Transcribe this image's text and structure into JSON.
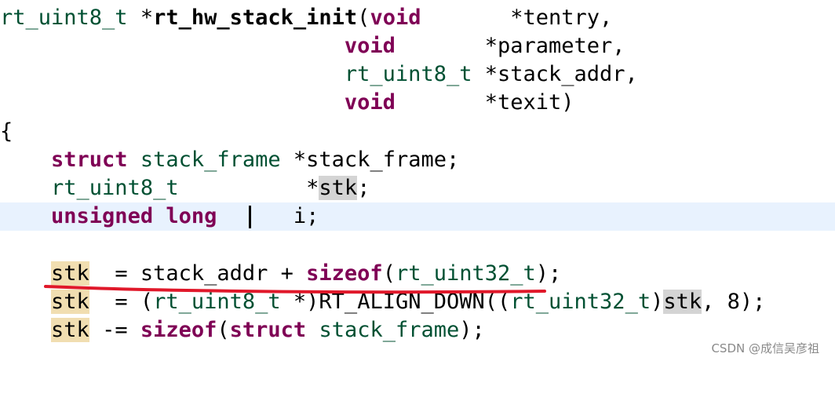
{
  "code": {
    "l1": {
      "type": "rt_uint8_t",
      "star": " *",
      "func": "rt_hw_stack_init",
      "paren": "(",
      "param_type": "void",
      "pad": "       ",
      "param": "*tentry,",
      "lead": ""
    },
    "l2": {
      "indent": "                           ",
      "param_type": "void",
      "pad": "       ",
      "param": "*parameter,"
    },
    "l3": {
      "indent": "                           ",
      "param_type": "rt_uint8_t",
      "pad": " ",
      "param": "*stack_addr,"
    },
    "l4": {
      "indent": "                           ",
      "param_type": "void",
      "pad": "       ",
      "param": "*texit)"
    },
    "l5": {
      "text": "{"
    },
    "l6": {
      "indent": "    ",
      "kw": "struct",
      "sp": " ",
      "type": "stack_frame",
      "rest": " *stack_frame;"
    },
    "l7": {
      "indent": "    ",
      "type": "rt_uint8_t",
      "pad": "          *",
      "var": "stk",
      "rest": ";"
    },
    "l8": {
      "indent": "    ",
      "kw": "unsigned long",
      "pad": "      ",
      "rest": "i;"
    },
    "l10": {
      "indent": "    ",
      "var": "stk",
      "op": "  = stack_addr + ",
      "kw": "sizeof",
      "p1": "(",
      "type": "rt_uint32_t",
      "p2": ");"
    },
    "l11": {
      "indent": "    ",
      "var": "stk",
      "op": "  = (",
      "type1": "rt_uint8_t",
      "mid": " *)RT_ALIGN_DOWN((",
      "type2": "rt_uint32_t",
      "p": ")",
      "var2": "stk",
      "rest": ", 8);"
    },
    "l12": {
      "indent": "    ",
      "var": "stk",
      "op": " -= ",
      "kw1": "sizeof",
      "p1": "(",
      "kw2": "struct",
      "sp": " ",
      "type": "stack_frame",
      "p2": ");"
    }
  },
  "colors": {
    "keyword": "#7f0055",
    "type": "#005032",
    "current_line": "#e8f2fe",
    "occurrence": "#d4d4d4",
    "write_occurrence": "#f1deb1",
    "annotation": "#e0182a"
  },
  "watermark": "CSDN @成信吴彦祖"
}
